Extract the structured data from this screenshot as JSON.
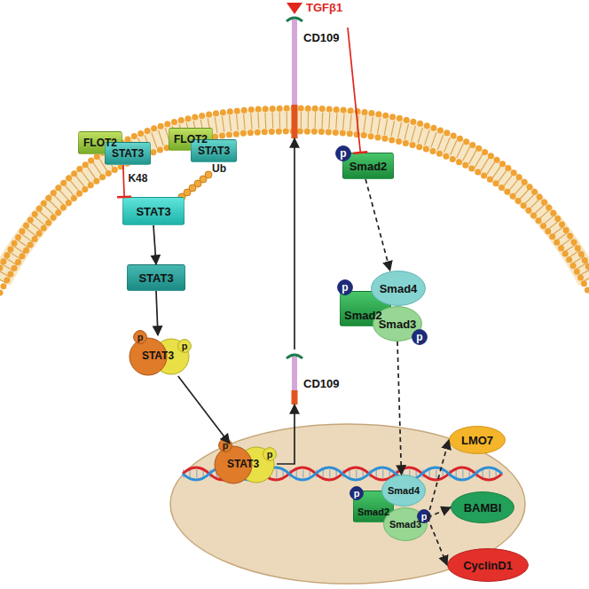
{
  "diagram": {
    "nodes": [
      {
        "text": [
          "FLOT2"
        ]
      },
      {
        "text": [
          "STAT3"
        ]
      },
      {
        "text": [
          "FLOT2"
        ]
      },
      {
        "text": [
          "STAT3"
        ]
      },
      {
        "text": [
          "STAT3"
        ]
      },
      {
        "text": [
          "STAT3"
        ]
      },
      {
        "text": [
          "STAT3"
        ]
      },
      {
        "text": [
          "p"
        ],
        "in": 6
      },
      {
        "text": [
          "p"
        ],
        "in": 6
      },
      {
        "text": [
          "STAT3"
        ]
      },
      {
        "text": [
          "p"
        ],
        "in": 9
      },
      {
        "text": [
          "p"
        ],
        "in": 9
      },
      {
        "text": [
          "CD109"
        ]
      },
      {
        "text": [
          "CD109"
        ]
      },
      {
        "text": [
          "Smad2"
        ]
      },
      {
        "text": [
          "p"
        ],
        "in": 14
      },
      {
        "text": [
          "Smad2"
        ]
      },
      {
        "text": [
          "p"
        ],
        "in": 16
      },
      {
        "text": [
          "Smad4"
        ]
      },
      {
        "text": [
          "Smad3"
        ]
      },
      {
        "text": [
          "p"
        ],
        "in": 19
      },
      {
        "text": [
          "Smad2"
        ]
      },
      {
        "text": [
          "p"
        ],
        "in": 21
      },
      {
        "text": [
          "Smad4"
        ]
      },
      {
        "text": [
          "Smad3"
        ]
      },
      {
        "text": [
          "p"
        ],
        "in": 24
      },
      {
        "text": [
          "LMO7"
        ]
      },
      {
        "text": [
          "BAMBI"
        ]
      },
      {
        "text": [
          "CyclinD1"
        ]
      }
    ],
    "edges": [
      {
        "from": 1,
        "to": 4,
        "arrow": "to",
        "label": "K48"
      },
      {
        "from": 4,
        "to": 5,
        "arrow": "to"
      },
      {
        "from": 5,
        "to": 6,
        "arrow": "to"
      },
      {
        "from": 6,
        "to": 9,
        "arrow": "to"
      },
      {
        "from": 9,
        "to": 12,
        "arrow": "to"
      },
      {
        "from": 12,
        "to": 13,
        "arrow": "to"
      },
      {
        "from": 13,
        "to": 14,
        "arrow": "to"
      },
      {
        "from": 14,
        "to": 18,
        "arrow": "to"
      },
      {
        "from": 19,
        "to": 23,
        "arrow": "to"
      },
      {
        "from": 24,
        "to": 26,
        "arrow": "to"
      },
      {
        "from": 24,
        "to": 27,
        "arrow": "to"
      },
      {
        "from": 24,
        "to": 28,
        "arrow": "to"
      }
    ],
    "labels": [
      "TGFβ1",
      "Ub"
    ]
  }
}
